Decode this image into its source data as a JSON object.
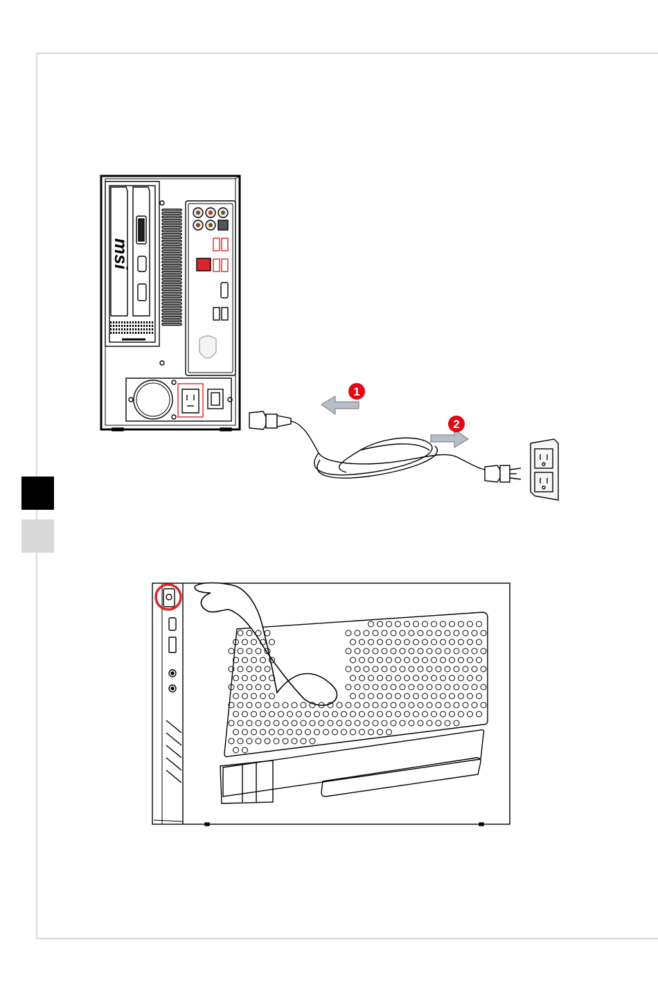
{
  "page": {
    "logo_text": "msi",
    "callouts": [
      {
        "label": "1",
        "action": "plug-in"
      },
      {
        "label": "2",
        "action": "unplug"
      }
    ],
    "colors": {
      "callout_red": "#e30613",
      "highlight_red": "#d8262b",
      "arrow_gray": "#b9bec6",
      "tab_dark": "#000000",
      "tab_light": "#d9d9d9",
      "frame": "#d9d9d9"
    }
  }
}
